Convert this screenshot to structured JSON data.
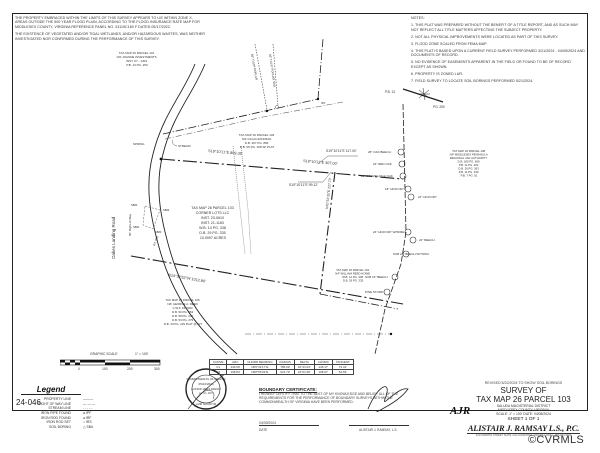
{
  "document": {
    "type": "survey plat",
    "flood_note": [
      "The property embraced within the limits of this survey appears to lie within Zone X, areas outside the 500 year flood plain, according to the flood insurance rate map for Middlesex County, Virginia reference panel No. 51119C160 F dated 05/17/2022.",
      "The existence of vegetated and/or tidal wetlands, and/or hazardous wastes, was neither investigated nor confirmed during the performance of this survey."
    ],
    "notes": {
      "heading": "Notes:",
      "items": [
        "1. This plat was prepared without the benefit of a title report, and as such may not reflect all title matters affecting the subject property.",
        "2. Not all physical improvements were located as part of this survey.",
        "3. Flood zone scaled from FEMA map.",
        "4. This plat is based upon a current field survey performed 3/21/2024 - 04/05/2024 and documents of record.",
        "5. No evidence of easements apparent in the field or found to be of record except as shown.",
        "6. Property is zoned LUR.",
        "7. Field survey to locate soil borings performed 5/21/2024."
      ]
    },
    "road": {
      "name": "Oakes Landing Road",
      "row": "50' Right-of-Way",
      "route": "RT. 602"
    },
    "courses": [
      {
        "label": "S19°10'11\"E 809.36'"
      },
      {
        "label": "S19°10'11\"E 307.00'"
      },
      {
        "label": "S19°10'11\"E 117.00'"
      },
      {
        "label": "S19°10'11\"E 99.12'"
      },
      {
        "label": "N14°32'52\"W 1012.80'"
      },
      {
        "label": "N70°51'35\"E 227.73'"
      }
    ],
    "parcels": {
      "subject": [
        "TAX MAP 26 PARCEL 103",
        "CORNER LOTS LLC",
        "INST. 23-0610",
        "INST. 21-1183",
        "W.B. 14 PG. 338",
        "D.B. 29 PG. 335",
        "10.0997 ACRES"
      ],
      "north_101": [
        "TAX MAP 26 PARCEL 101",
        "N/F JOANNE INVESTMENTS",
        "INST. 07 - 1403",
        "P.B. 13 PG. 250"
      ],
      "north_102": [
        "TAX MAP 26 PARCEL 102",
        "N/F OLGA HOFFMAN",
        "D.B. 367 PG. 896",
        "D.B. 55 PG. 268 W/ PLAT"
      ],
      "east_108": [
        "TAX MAP 26 PARCEL 108",
        "N/F MIDDLESEX PENINSULA",
        "REGIONAL JAIL AUTHORITY",
        "D.B. 185 PG. 669",
        "P.B. 11 PG. 202",
        "D.B. 26 PG. 363",
        "P.B. 11 PG. 330",
        "P.B. 7 PG. 91"
      ],
      "east_104": [
        "TAX MAP 26 PARCEL 104",
        "N/F WILLIAM REED HOWE",
        "W.B. 14 PG. 338",
        "D.B. 29 PG. 335"
      ],
      "south_105": [
        "TAX MAP 26 PARCEL 105",
        "N/F GEORGE A. REED",
        "C.W.F. 15-0002",
        "D.B. 90 PG. 563",
        "D.B. 58 PG. 242",
        "D.B. 53 PG. 279",
        "D.B. 34 PG. 229 PLAT @ 227"
      ]
    },
    "trees": [
      "28\" OAK BEECH",
      "24\" RED OAK",
      "20\" STUMP HOLE OAK",
      "18\" HICKORY",
      "24\" HICKORY",
      "24\" HICKORY W/WIRE",
      "24\" BEECH",
      "SUB 24\" BEECH W/TONIC",
      "SUB 16\" BEECH",
      "PINE STUMP",
      "28\" TULIP POPLAR",
      "28\" TULIP POPLAR SUB"
    ],
    "features": {
      "spring": "SPRING",
      "stream": "STREAM",
      "pb_label": "P.B. 13 PG. 250",
      "iron_labels": [
        "IPF",
        "IRF",
        "IRS"
      ],
      "borings": [
        "SB#1",
        "SB#2",
        "SB#3",
        "SB#4"
      ]
    },
    "curve_table": {
      "headers": [
        "CURVE",
        "ARC",
        "CHORD BEARING",
        "RADIUS",
        "DELTA",
        "CHORD",
        "TANGENT"
      ],
      "rows": [
        [
          "C1",
          "146.60'",
          "N05°31'17\"E",
          "785.69'",
          "10°41'24\"",
          "146.17'",
          "73.42'"
        ],
        [
          "C2",
          "108.83'",
          "N08°53'22\"E",
          "621.70'",
          "10°01'49\"",
          "108.67'",
          "54.56'"
        ]
      ]
    },
    "graphic_scale": {
      "label": "GRAPHIC SCALE",
      "ratio": "1\" = 100'",
      "ticks": [
        "0",
        "100",
        "200",
        "300"
      ]
    },
    "legend": {
      "title": "Legend",
      "items": [
        {
          "label": "PROPERTY LINE",
          "symbol": "———"
        },
        {
          "label": "RIGHT OF WAY LINE",
          "symbol": "— — —"
        },
        {
          "label": "STREAM LINE",
          "symbol": "- - - - -"
        },
        {
          "label": "IRON PIPE FOUND",
          "symbol": "● IPF"
        },
        {
          "label": "IRON ROD FOUND",
          "symbol": "● IRF"
        },
        {
          "label": "IRON ROD SET",
          "symbol": "○ IRS"
        },
        {
          "label": "SOIL BORING",
          "symbol": "△ SB#"
        }
      ]
    },
    "job_number": "24-046",
    "seal": {
      "ring_text": "COMMONWEALTH OF VIRGINIA",
      "name": "ALISTAIR JAMES RAMSAY",
      "lic": "Lic. No. 1167",
      "date": "05/22/2024",
      "bottom": "LAND SURVEYOR"
    },
    "certificate": {
      "heading": "BOUNDARY CERTIFICATE:",
      "body": "I hereby certify that to the best of my knowledge and belief, all of the requirements for the performance of boundary surveys within the Commonwealth of Virginia have been performed.",
      "date_value": "04/09/2024",
      "date_label": "DATE",
      "signer": "ALISTAIR J. RAMSAY, L.S."
    },
    "title_block": {
      "revision": "REVISED 5/22/2024 TO SHOW SOIL BORINGS",
      "title_line1": "SURVEY OF",
      "title_line2": "TAX MAP 26 PARCEL 103",
      "district": "SALUDA MAGISTERIAL DISTRICT",
      "county": "MIDDLESEX COUNTY, VIRGINIA",
      "scale_date": "SCALE: 1\" = 100'   DATE: 04/08/2024",
      "sheet": "SHEET 1 OF 1",
      "firm": "ALISTAIR J. RAMSAY L.S., P.C.",
      "firm_logo": "AJR",
      "address": "2214 MARTIN STREET SUITE 4 GLOUCESTER, VIRGINIA 23061 · 804-824-5074"
    }
  },
  "watermark": "©CVRMLS"
}
